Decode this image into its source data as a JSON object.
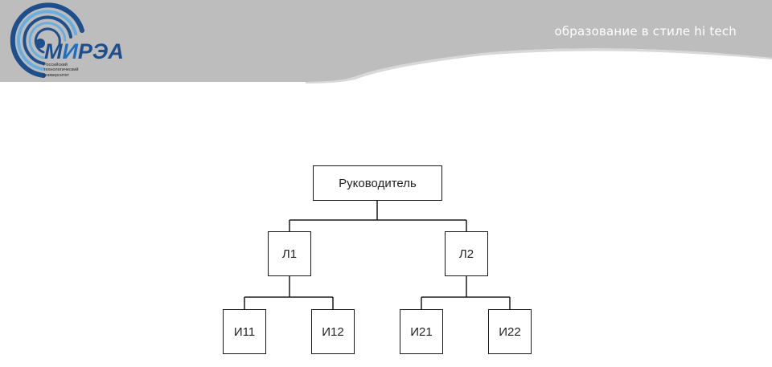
{
  "header": {
    "tagline": "образование в стиле hi tech",
    "colors": {
      "band": "#bdbdbd",
      "band_dark": "#9c9c9c"
    }
  },
  "logo": {
    "word_start": "М",
    "word_accent": "И",
    "word_end": "РЭА",
    "subtitle_lines": [
      "Российский",
      "технологический",
      "университет"
    ],
    "colors": {
      "ring_dark": "#1e4e8c",
      "ring_light": "#6aaee0",
      "accent": "#1e6fc0"
    }
  },
  "diagram": {
    "root": "Руководитель",
    "leads": [
      "Л1",
      "Л2"
    ],
    "executors": [
      "И11",
      "И12",
      "И21",
      "И22"
    ]
  }
}
